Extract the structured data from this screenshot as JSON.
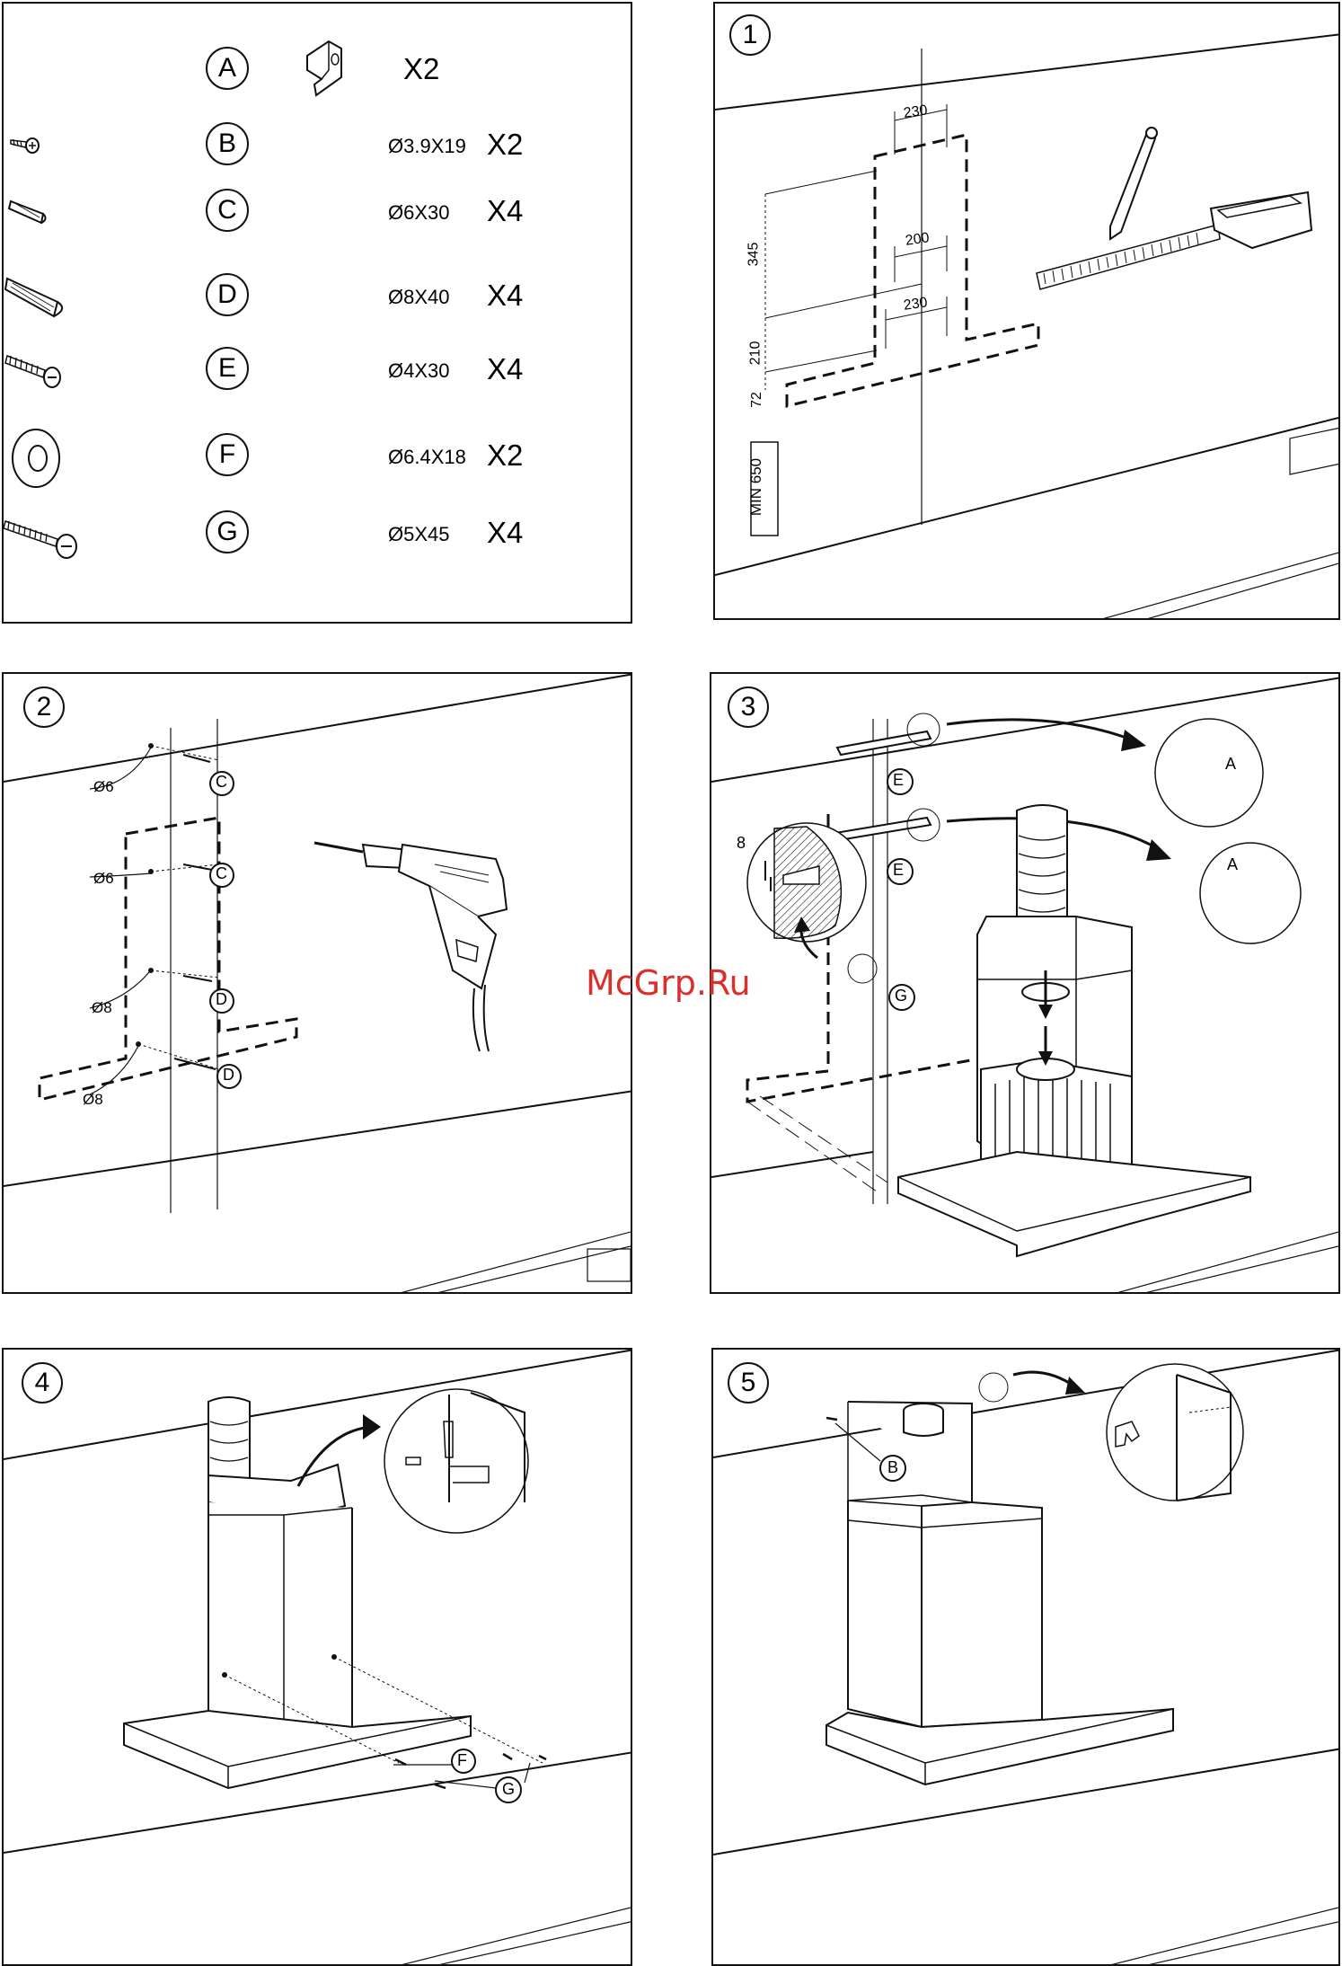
{
  "parts": [
    {
      "letter": "A",
      "icon": "wall-plug-bracket-icon",
      "size": "",
      "qty": "X2"
    },
    {
      "letter": "B",
      "icon": "small-screw-icon",
      "size": "Ø3.9X19",
      "qty": "X2"
    },
    {
      "letter": "C",
      "icon": "small-wall-plug-icon",
      "size": "Ø6X30",
      "qty": "X4"
    },
    {
      "letter": "D",
      "icon": "large-wall-plug-icon",
      "size": "Ø8X40",
      "qty": "X4"
    },
    {
      "letter": "E",
      "icon": "screw-icon",
      "size": "Ø4X30",
      "qty": "X4"
    },
    {
      "letter": "F",
      "icon": "washer-icon",
      "size": "Ø6.4X18",
      "qty": "X2"
    },
    {
      "letter": "G",
      "icon": "long-screw-icon",
      "size": "Ø5X45",
      "qty": "X4"
    }
  ],
  "steps": {
    "s1": {
      "num": "1",
      "dim_230_top": "230",
      "dim_200": "200",
      "dim_230_bottom": "230",
      "dim_345": "345",
      "dim_210": "210",
      "dim_72": "72",
      "min_height": "MIN 650"
    },
    "s2": {
      "num": "2",
      "d6_top": "Ø6",
      "d6_mid": "Ø6",
      "d8_mid": "Ø8",
      "d8_bottom": "Ø8",
      "callout_c1": "C",
      "callout_c2": "C",
      "callout_d1": "D",
      "callout_d2": "D"
    },
    "s3": {
      "num": "3",
      "callout_e1": "E",
      "callout_e2": "E",
      "callout_g": "G",
      "callout_a1": "A",
      "callout_a2": "A",
      "dim_8": "8"
    },
    "s4": {
      "num": "4",
      "callout_f": "F",
      "callout_g": "G"
    },
    "s5": {
      "num": "5",
      "callout_b": "B"
    }
  },
  "watermark": "McGrp.Ru"
}
